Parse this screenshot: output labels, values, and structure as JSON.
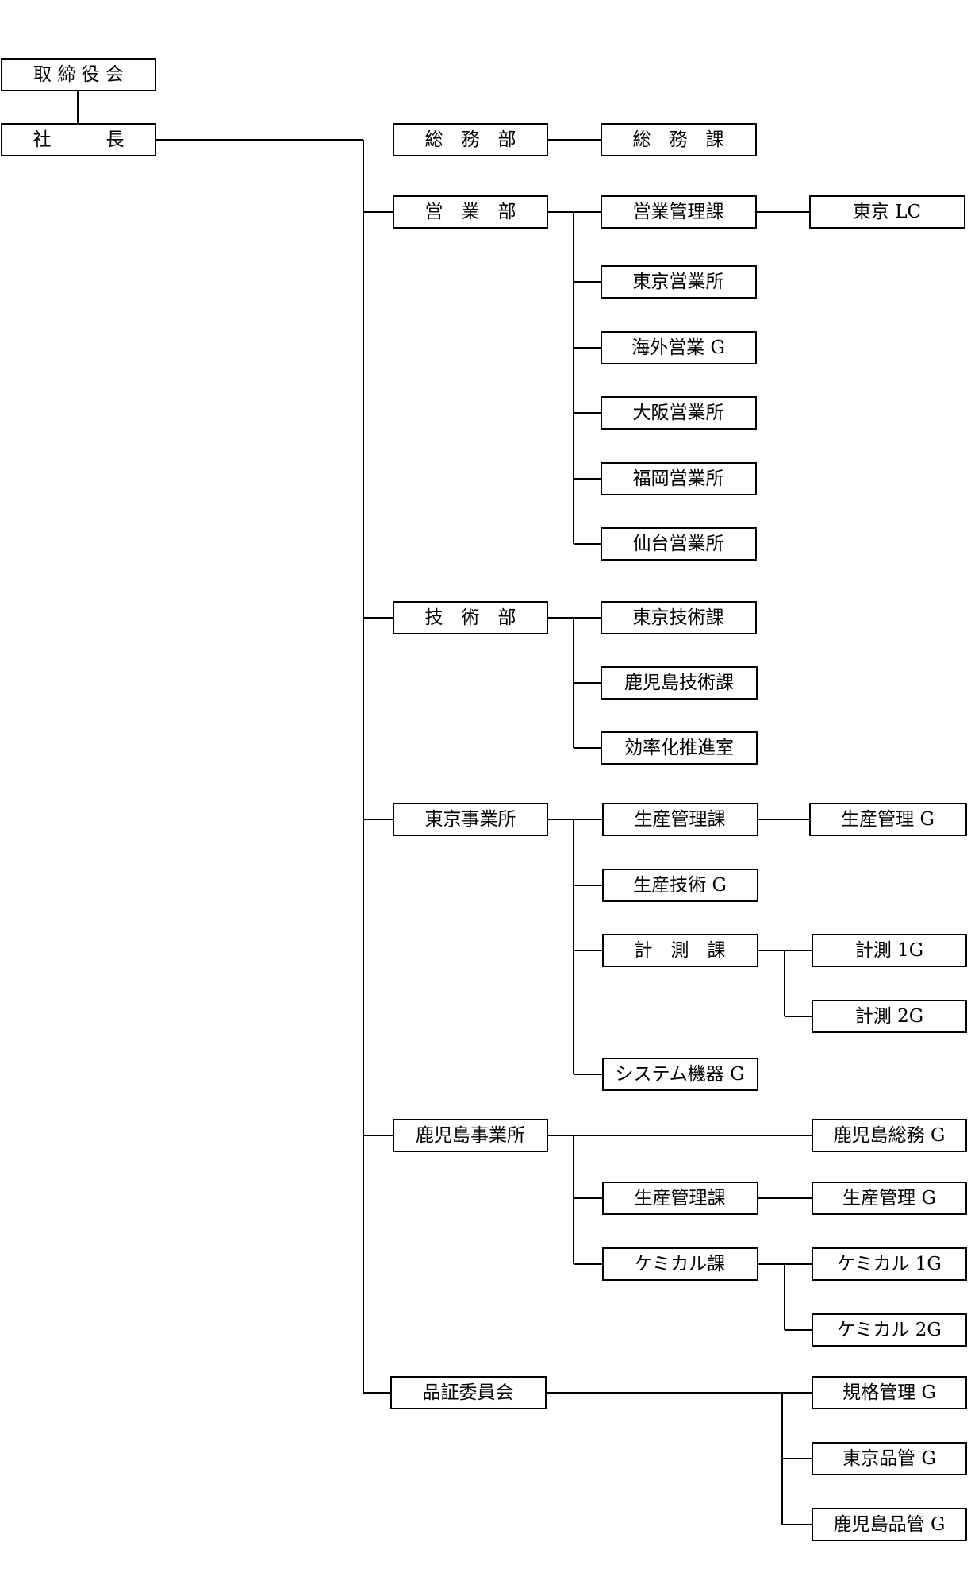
{
  "org_chart": {
    "board": "取 締 役 会",
    "president": "社　　　長",
    "departments": {
      "general_affairs": {
        "name": "総　務　部",
        "units": {
          "general_affairs_section": "総　務　課"
        }
      },
      "sales": {
        "name": "営　業　部",
        "units": {
          "sales_management": "営業管理課",
          "tokyo_lc": "東京 LC",
          "tokyo_office": "東京営業所",
          "overseas": "海外営業 G",
          "osaka_office": "大阪営業所",
          "fukuoka_office": "福岡営業所",
          "sendai_office": "仙台営業所"
        }
      },
      "technology": {
        "name": "技　術　部",
        "units": {
          "tokyo_tech": "東京技術課",
          "kagoshima_tech": "鹿児島技術課",
          "efficiency": "効率化推進室"
        }
      },
      "tokyo_works": {
        "name": "東京事業所",
        "units": {
          "production_control": "生産管理課",
          "production_control_g": "生産管理 G",
          "production_tech_g": "生産技術 G",
          "measurement": "計　測　課",
          "measurement_1g": "計測 1G",
          "measurement_2g": "計測 2G",
          "system_equipment_g": "システム機器 G"
        }
      },
      "kagoshima_works": {
        "name": "鹿児島事業所",
        "units": {
          "general_affairs_g": "鹿児島総務 G",
          "production_control": "生産管理課",
          "production_control_g": "生産管理 G",
          "chemical": "ケミカル課",
          "chemical_1g": "ケミカル 1G",
          "chemical_2g": "ケミカル 2G"
        }
      },
      "quality_committee": {
        "name": "品証委員会",
        "units": {
          "standards_g": "規格管理 G",
          "tokyo_qc_g": "東京品管 G",
          "kagoshima_qc_g": "鹿児島品管 G"
        }
      }
    }
  }
}
